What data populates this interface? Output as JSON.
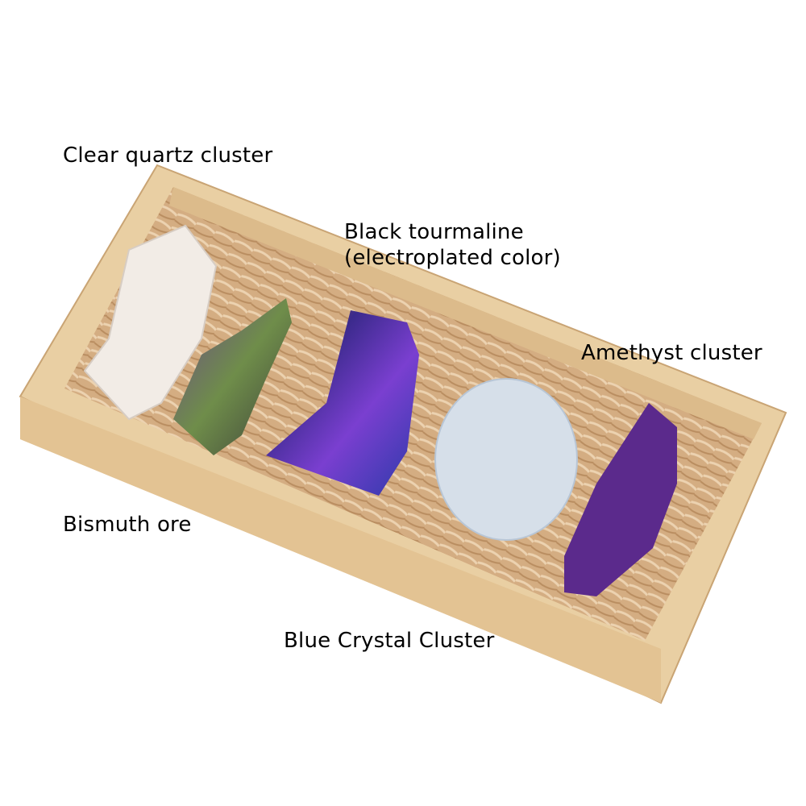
{
  "labels": {
    "clear_quartz": "Clear quartz cluster",
    "black_tourmaline": "Black tourmaline",
    "black_tourmaline_note": "(electroplated color)",
    "amethyst": "Amethyst cluster",
    "bismuth": "Bismuth ore",
    "blue_crystal": "Blue Crystal Cluster"
  },
  "colors": {
    "wood": "#e9cfa3",
    "wood_dark": "#d7b583",
    "paper": "#d8b48b",
    "quartz": "#f2ece6",
    "bismuth": "#5d6e4e",
    "tourmaline": "#5a3fb0",
    "celestite": "#d6dfe9",
    "amethyst": "#5b2a8c"
  }
}
